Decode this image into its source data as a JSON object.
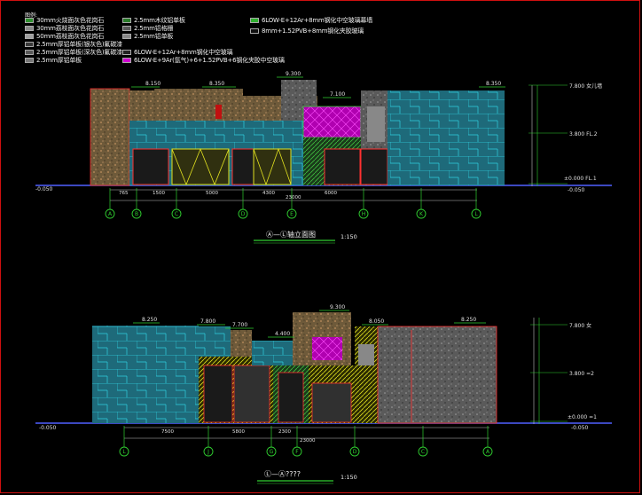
{
  "legend": {
    "title": "图例:",
    "items": [
      {
        "text": "30mm火烧面灰色花岗石",
        "color": "#2f8f2f"
      },
      {
        "text": "30mm荔枝面灰色花岗石",
        "color": "#8a8a8a"
      },
      {
        "text": "50mm荔枝面灰色花岗石",
        "color": "#a0a0a0"
      },
      {
        "text": "2.5mm厚铝单板(银灰色)氟碳漆",
        "color": "#3a3a3a"
      },
      {
        "text": "2.5mm厚铝单板(深灰色)氟碳漆",
        "color": "#5a5a5a"
      },
      {
        "text": "2.5mm厚铝单板",
        "color": "#777777"
      },
      {
        "text": "2.5mm木纹铝单板",
        "color": "#2a7a2a"
      },
      {
        "text": "2.5mm铝格栅",
        "color": "#5a5a5a"
      },
      {
        "text": "2.5mm铝单板",
        "color": "#888888"
      },
      {
        "text": "6LOW-E+12Ar+8mm钢化中空玻璃",
        "color": "#222222"
      },
      {
        "text": "6LOW-E+9Ar(氩气)+6+1.52PVB+6钢化夹胶中空玻璃",
        "color": "#d000d0"
      },
      {
        "text": "6LOW-E+12Ar+8mm钢化中空玻璃幕墙",
        "color": "#30b030"
      },
      {
        "text": "8mm+1.52PVB+8mm钢化夹胶玻璃",
        "color": "#101010"
      }
    ]
  },
  "elevation1": {
    "title": "Ⓐ—Ⓛ轴立面图",
    "scale": "1:150",
    "axes": [
      "A",
      "B",
      "C",
      "D",
      "E",
      "H",
      "K",
      "L"
    ],
    "dims": [
      "765",
      "1500",
      "5000",
      "4300",
      "6000",
      "",
      "",
      "23000"
    ],
    "levels": [
      {
        "text": "7.800 女儿墙",
        "y": 7.8
      },
      {
        "text": "3.800 FL.2",
        "y": 3.8
      },
      {
        "text": "±0.000 FL.1",
        "y": 0
      },
      {
        "text": "-0.050",
        "y": -0.05
      }
    ],
    "roof_marks": [
      "8.150",
      "8.350",
      "9.300",
      "7.100",
      "8.350"
    ],
    "left_mark": "-0.050"
  },
  "elevation2": {
    "title": "Ⓛ—Ⓐ????",
    "scale": "1:150",
    "axes": [
      "L",
      "J",
      "G",
      "F",
      "D",
      "C",
      "A"
    ],
    "dims": [
      "7500",
      "5800",
      "2300",
      "",
      "",
      "23000"
    ],
    "levels": [
      {
        "text": "7.800 女",
        "y": 7.8
      },
      {
        "text": "3.800 =2",
        "y": 3.8
      },
      {
        "text": "±0.000 =1",
        "y": 0
      },
      {
        "text": "-0.050",
        "y": -0.05
      }
    ],
    "roof_marks": [
      "8.250",
      "7.800",
      "7.700",
      "9.300",
      "8.050",
      "8.250",
      "4.400"
    ],
    "left_mark": "-0.050"
  }
}
